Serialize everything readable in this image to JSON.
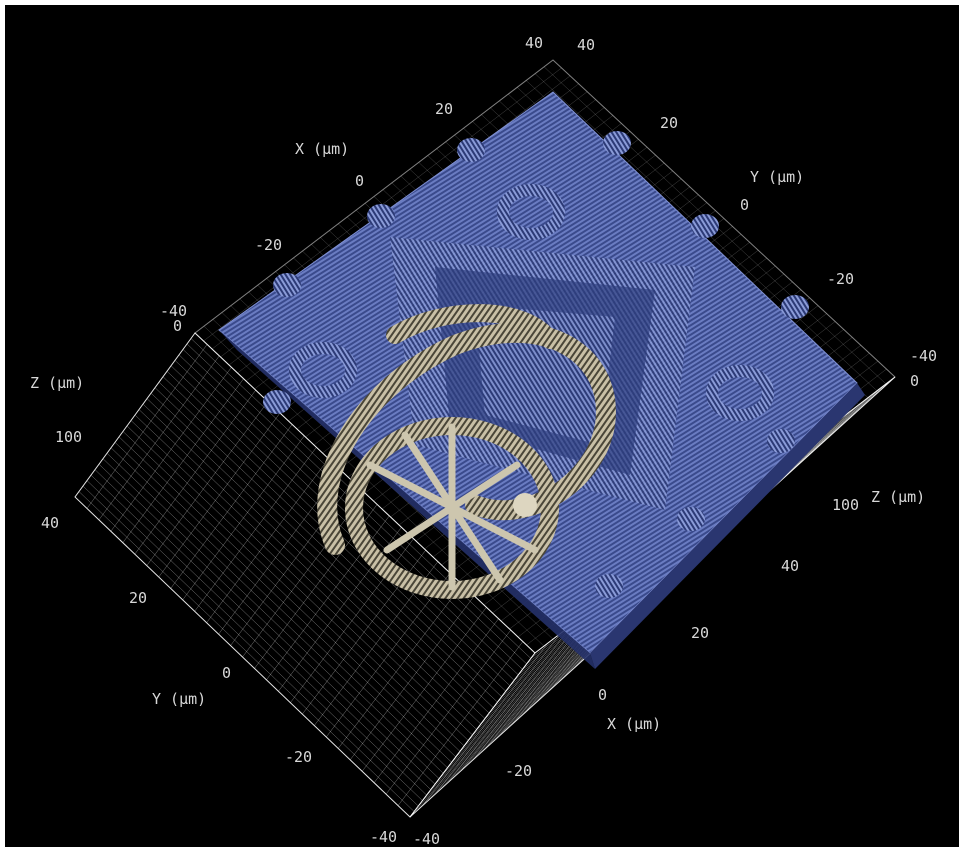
{
  "viewer": {
    "background": "#000000",
    "grid_color": "#ffffff",
    "label_color": "#d8d8d8",
    "substrate_color": "#4a5b9e",
    "structure_color": "#d8cfb8"
  },
  "axes": {
    "x": {
      "title": "X (µm)",
      "top_ticks": [
        "40",
        "20",
        "0",
        "-20",
        "-40"
      ],
      "bottom_ticks": [
        "40",
        "20",
        "0",
        "-20",
        "-40"
      ]
    },
    "y": {
      "title": "Y (µm)",
      "top_ticks": [
        "40",
        "20",
        "0",
        "-20",
        "-40"
      ],
      "bottom_ticks": [
        "40",
        "20",
        "0",
        "-20",
        "-40"
      ]
    },
    "z": {
      "title": "Z (µm)",
      "left_ticks": [
        "0",
        "100"
      ],
      "right_ticks": [
        "0",
        "100"
      ]
    }
  }
}
